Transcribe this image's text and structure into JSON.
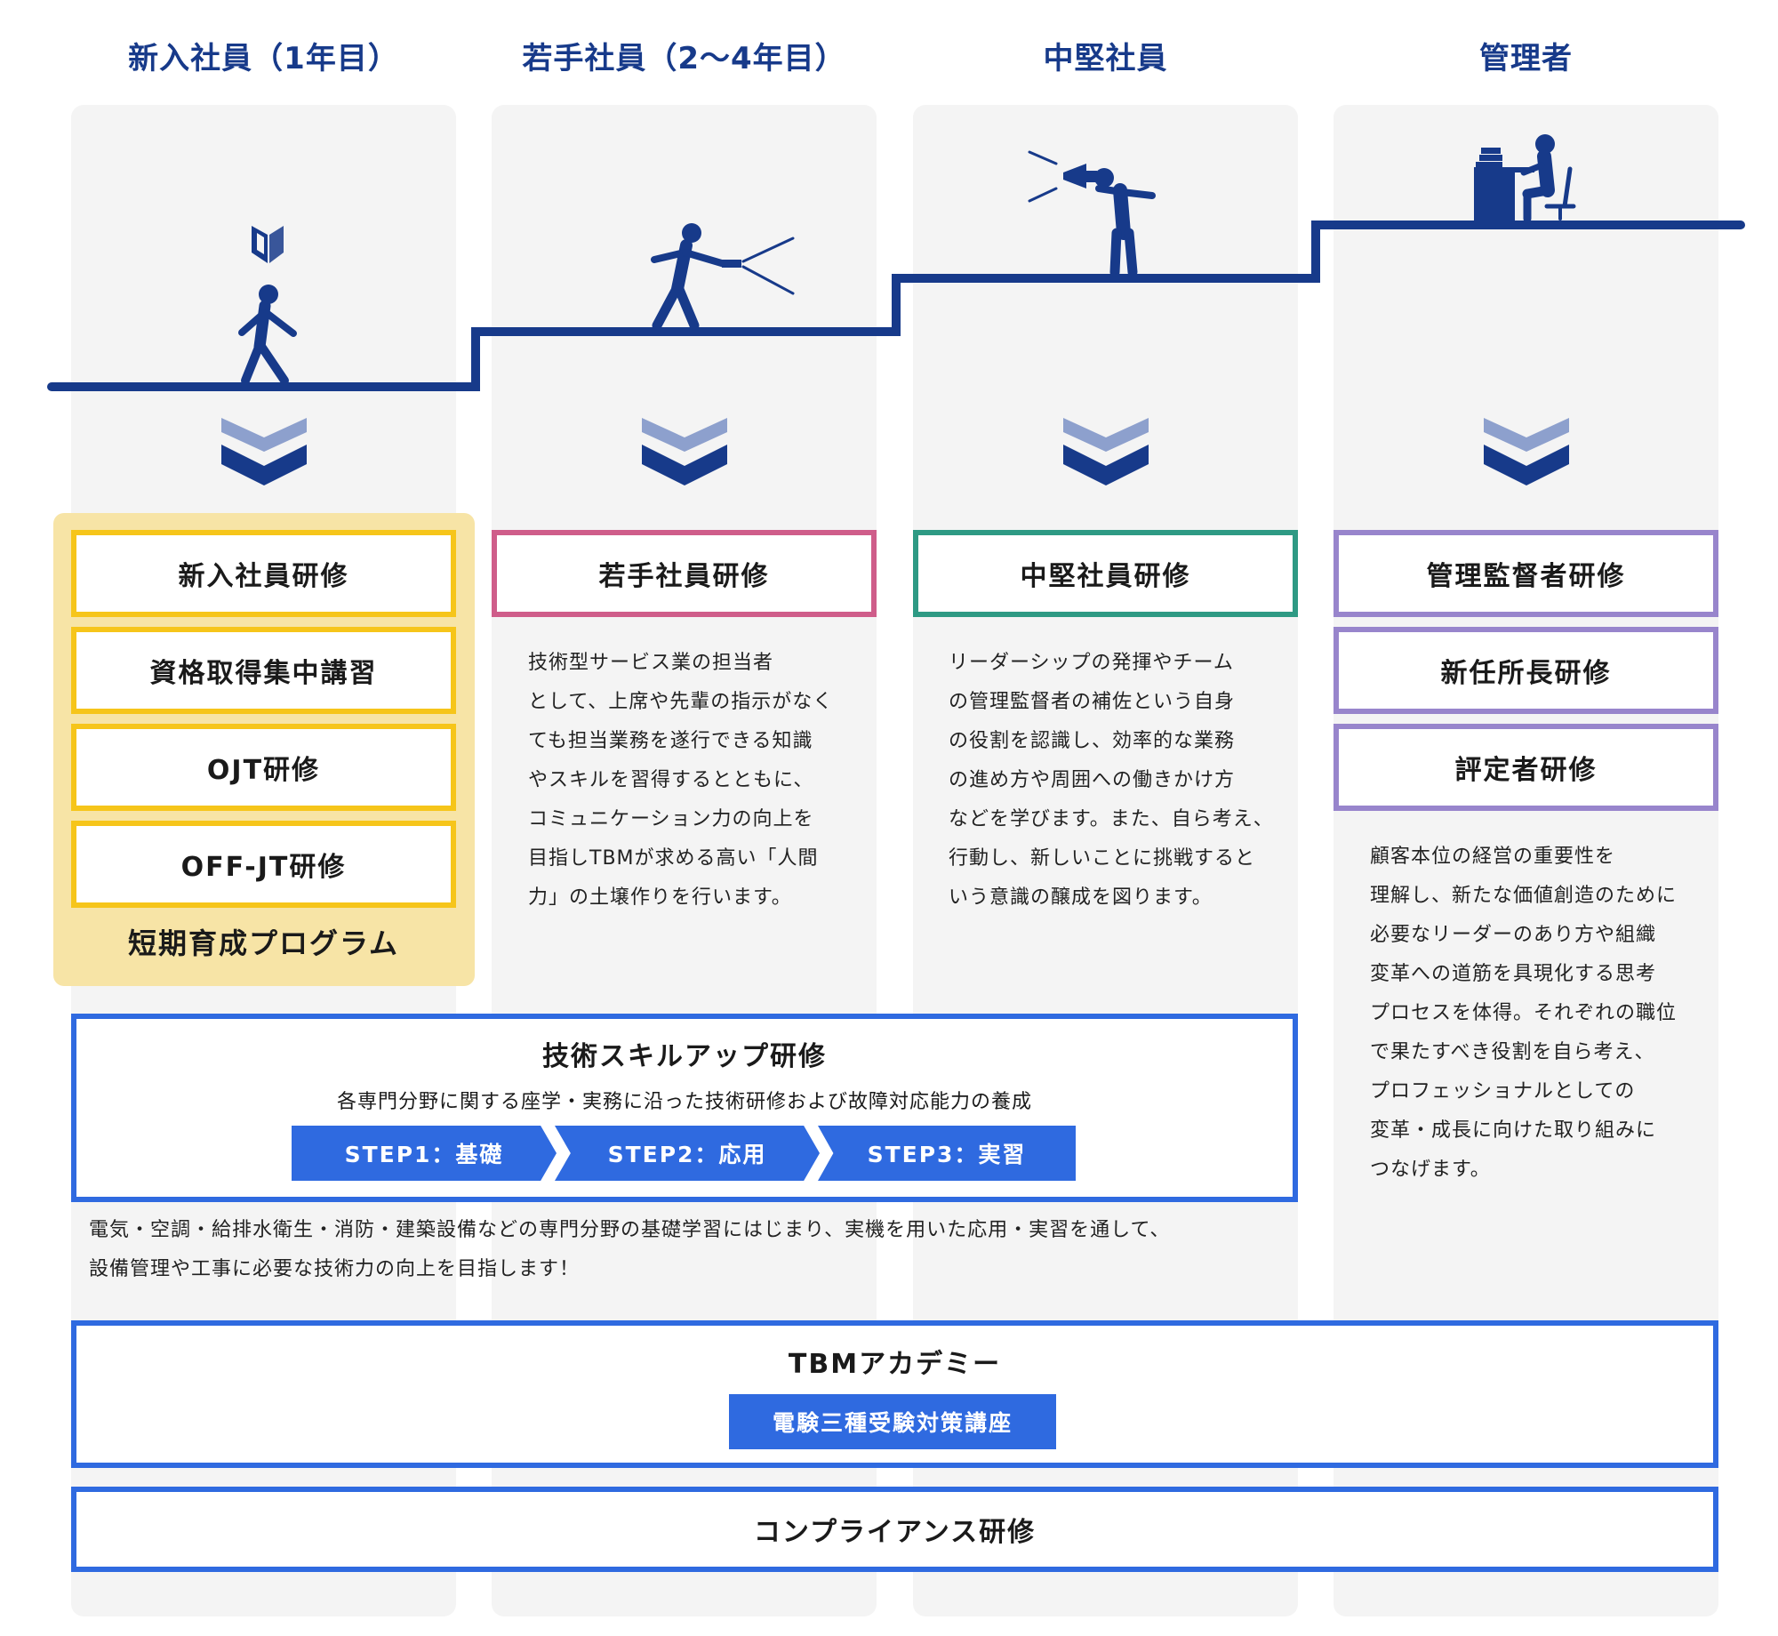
{
  "columns": [
    {
      "heading": "新入社員（1年目）"
    },
    {
      "heading": "若手社員（2〜4年目）"
    },
    {
      "heading": "中堅社員"
    },
    {
      "heading": "管理者"
    }
  ],
  "new_hire": {
    "programs": [
      "新入社員研修",
      "資格取得集中講習",
      "OJT研修",
      "OFF-JT研修"
    ],
    "group_label": "短期育成プログラム"
  },
  "young": {
    "program": "若手社員研修",
    "description": [
      "技術型サービス業の担当者",
      "として、上席や先輩の指示がなく",
      "ても担当業務を遂行できる知識",
      "やスキルを習得するとともに、",
      "コミュニケーション力の向上を",
      "目指しTBMが求める高い「人間",
      "力」の土壌作りを行います。"
    ]
  },
  "mid": {
    "program": "中堅社員研修",
    "description": [
      "リーダーシップの発揮やチーム",
      "の管理監督者の補佐という自身",
      "の役割を認識し、効率的な業務",
      "の進め方や周囲への働きかけ方",
      "などを学びます。また、自ら考え、",
      "行動し、新しいことに挑戦すると",
      "いう意識の醸成を図ります。"
    ]
  },
  "manager": {
    "programs": [
      "管理監督者研修",
      "新任所長研修",
      "評定者研修"
    ],
    "description": [
      "顧客本位の経営の重要性を",
      "理解し、新たな価値創造のために",
      "必要なリーダーのあり方や組織",
      "変革への道筋を具現化する思考",
      "プロセスを体得。それぞれの職位",
      "で果たすべき役割を自ら考え、",
      "プロフェッショナルとしての",
      "変革・成長に向けた取り組みに",
      "つなげます。"
    ]
  },
  "tech_skill": {
    "title": "技術スキルアップ研修",
    "subtitle": "各専門分野に関する座学・実務に沿った技術研修および故障対応能力の養成",
    "steps": [
      "STEP1：基礎",
      "STEP2：応用",
      "STEP3：実習"
    ],
    "note": [
      "電気・空調・給排水衛生・消防・建築設備などの専門分野の基礎学習にはじまり、実機を用いた応用・実習を通して、",
      "設備管理や工事に必要な技術力の向上を目指します！"
    ]
  },
  "academy": {
    "title": "TBMアカデミー",
    "course": "電験三種受験対策講座"
  },
  "compliance": {
    "title": "コンプライアンス研修"
  },
  "icons": [
    "beginner-mark-icon",
    "walking-person-icon",
    "person-flashlight-icon",
    "person-megaphone-icon",
    "person-at-desk-icon",
    "double-chevron-down-icon"
  ],
  "colors": {
    "heading": "#173a8a",
    "stair_line": "#173a8a",
    "new_hire_border": "#f6c51a",
    "new_hire_highlight": "#f7e4a6",
    "young_border": "#cf5d8a",
    "mid_border": "#2e9a84",
    "manager_border": "#9885cc",
    "common_blue": "#2f6ae0",
    "column_bg": "#f4f4f4"
  }
}
